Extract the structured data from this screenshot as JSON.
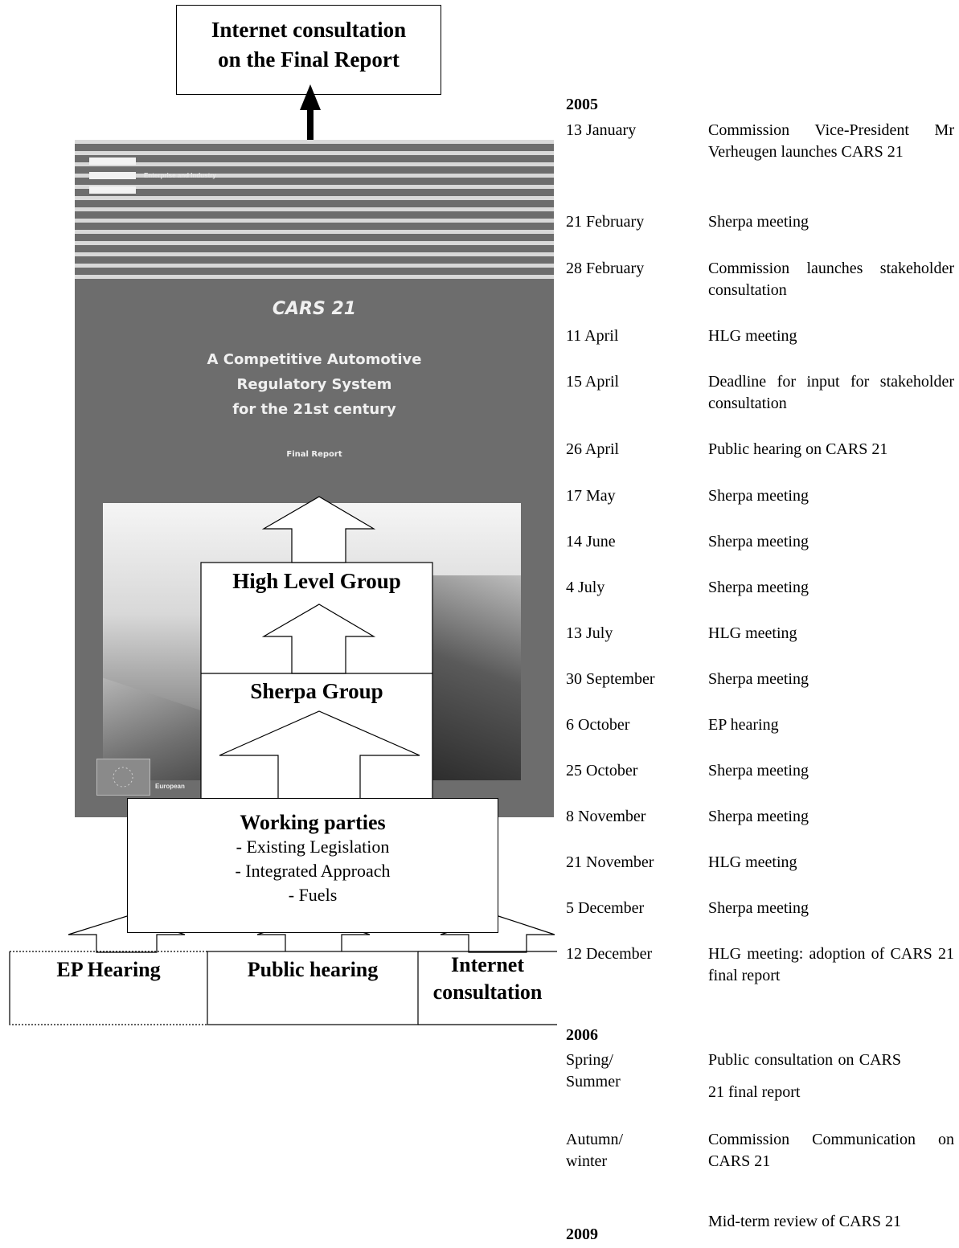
{
  "diagram": {
    "top_box": [
      "Internet consultation",
      "on the Final Report"
    ],
    "cover": {
      "header": "Enterprise and Industry",
      "title": "CARS 21",
      "subtitle": [
        "A Competitive Automotive",
        "Regulatory System",
        "for the 21st century"
      ],
      "report": "Final Report",
      "footer": "European"
    },
    "high_level_group": "High Level Group",
    "sherpa_group": "Sherpa Group",
    "working_parties": {
      "title": "Working parties",
      "items": [
        "- Existing Legislation",
        "- Integrated Approach",
        "- Fuels"
      ]
    },
    "inputs": {
      "ep_hearing": "EP Hearing",
      "public_hearing": "Public hearing",
      "internet_consultation": [
        "Internet",
        "consultation"
      ]
    }
  },
  "timeline": {
    "years": [
      "2005",
      "2006",
      "2009"
    ],
    "events": [
      {
        "date": "13 January",
        "event": "Commission Vice-President Mr Verheugen launches CARS 21"
      },
      {
        "date": "21 February",
        "event": "Sherpa meeting"
      },
      {
        "date": "28 February",
        "event": "Commission launches stakeholder consultation"
      },
      {
        "date": "11 April",
        "event": "HLG meeting"
      },
      {
        "date": "15 April",
        "event": "Deadline for input for stakeholder consultation"
      },
      {
        "date": "26 April",
        "event": "Public hearing on CARS 21"
      },
      {
        "date": "17 May",
        "event": "Sherpa meeting"
      },
      {
        "date": "14 June",
        "event": "Sherpa meeting"
      },
      {
        "date": "4 July",
        "event": "Sherpa meeting"
      },
      {
        "date": "13 July",
        "event": "HLG meeting"
      },
      {
        "date": "30 September",
        "event": "Sherpa meeting"
      },
      {
        "date": "6 October",
        "event": "EP hearing"
      },
      {
        "date": "25 October",
        "event": "Sherpa meeting"
      },
      {
        "date": "8 November",
        "event": "Sherpa meeting"
      },
      {
        "date": "21 November",
        "event": "HLG meeting"
      },
      {
        "date": "5 December",
        "event": "Sherpa meeting"
      },
      {
        "date": "12 December",
        "event": "HLG meeting: adoption of CARS 21 final report"
      },
      {
        "date": "Spring/ Summer",
        "event": "Public consultation on CARS 21 final report"
      },
      {
        "date": "Autumn/ winter",
        "event": "Commission Communication on CARS 21"
      },
      {
        "date": "",
        "event": "Mid-term review of CARS 21"
      }
    ]
  }
}
